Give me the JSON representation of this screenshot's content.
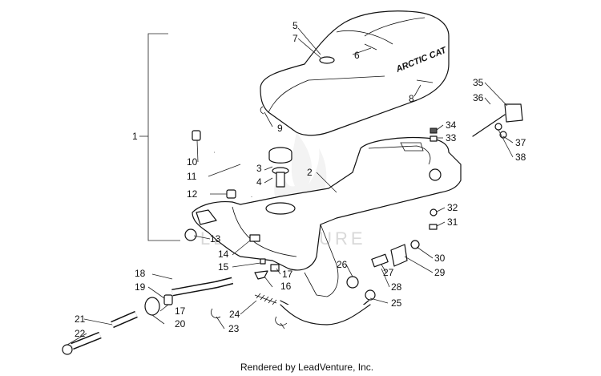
{
  "callouts": {
    "c1": "1",
    "c2": "2",
    "c3": "3",
    "c4": "4",
    "c5": "5",
    "c6": "6",
    "c7": "7",
    "c8": "8",
    "c9": "9",
    "c10": "10",
    "c11": "11",
    "c12": "12",
    "c13": "13",
    "c14": "14",
    "c15": "15",
    "c16": "16",
    "c17a": "17",
    "c17b": "17",
    "c18": "18",
    "c19": "19",
    "c20": "20",
    "c21": "21",
    "c22": "22",
    "c23": "23",
    "c24": "24",
    "c25": "25",
    "c26": "26",
    "c27": "27",
    "c28": "28",
    "c29": "29",
    "c30": "30",
    "c31": "31",
    "c32": "32",
    "c33": "33",
    "c34": "34",
    "c35": "35",
    "c36": "36",
    "c37": "37",
    "c38": "38"
  },
  "seat_brand": "ARCTIC CAT",
  "watermark": "LEADVENTURE",
  "credit": "Rendered by LeadVenture, Inc."
}
